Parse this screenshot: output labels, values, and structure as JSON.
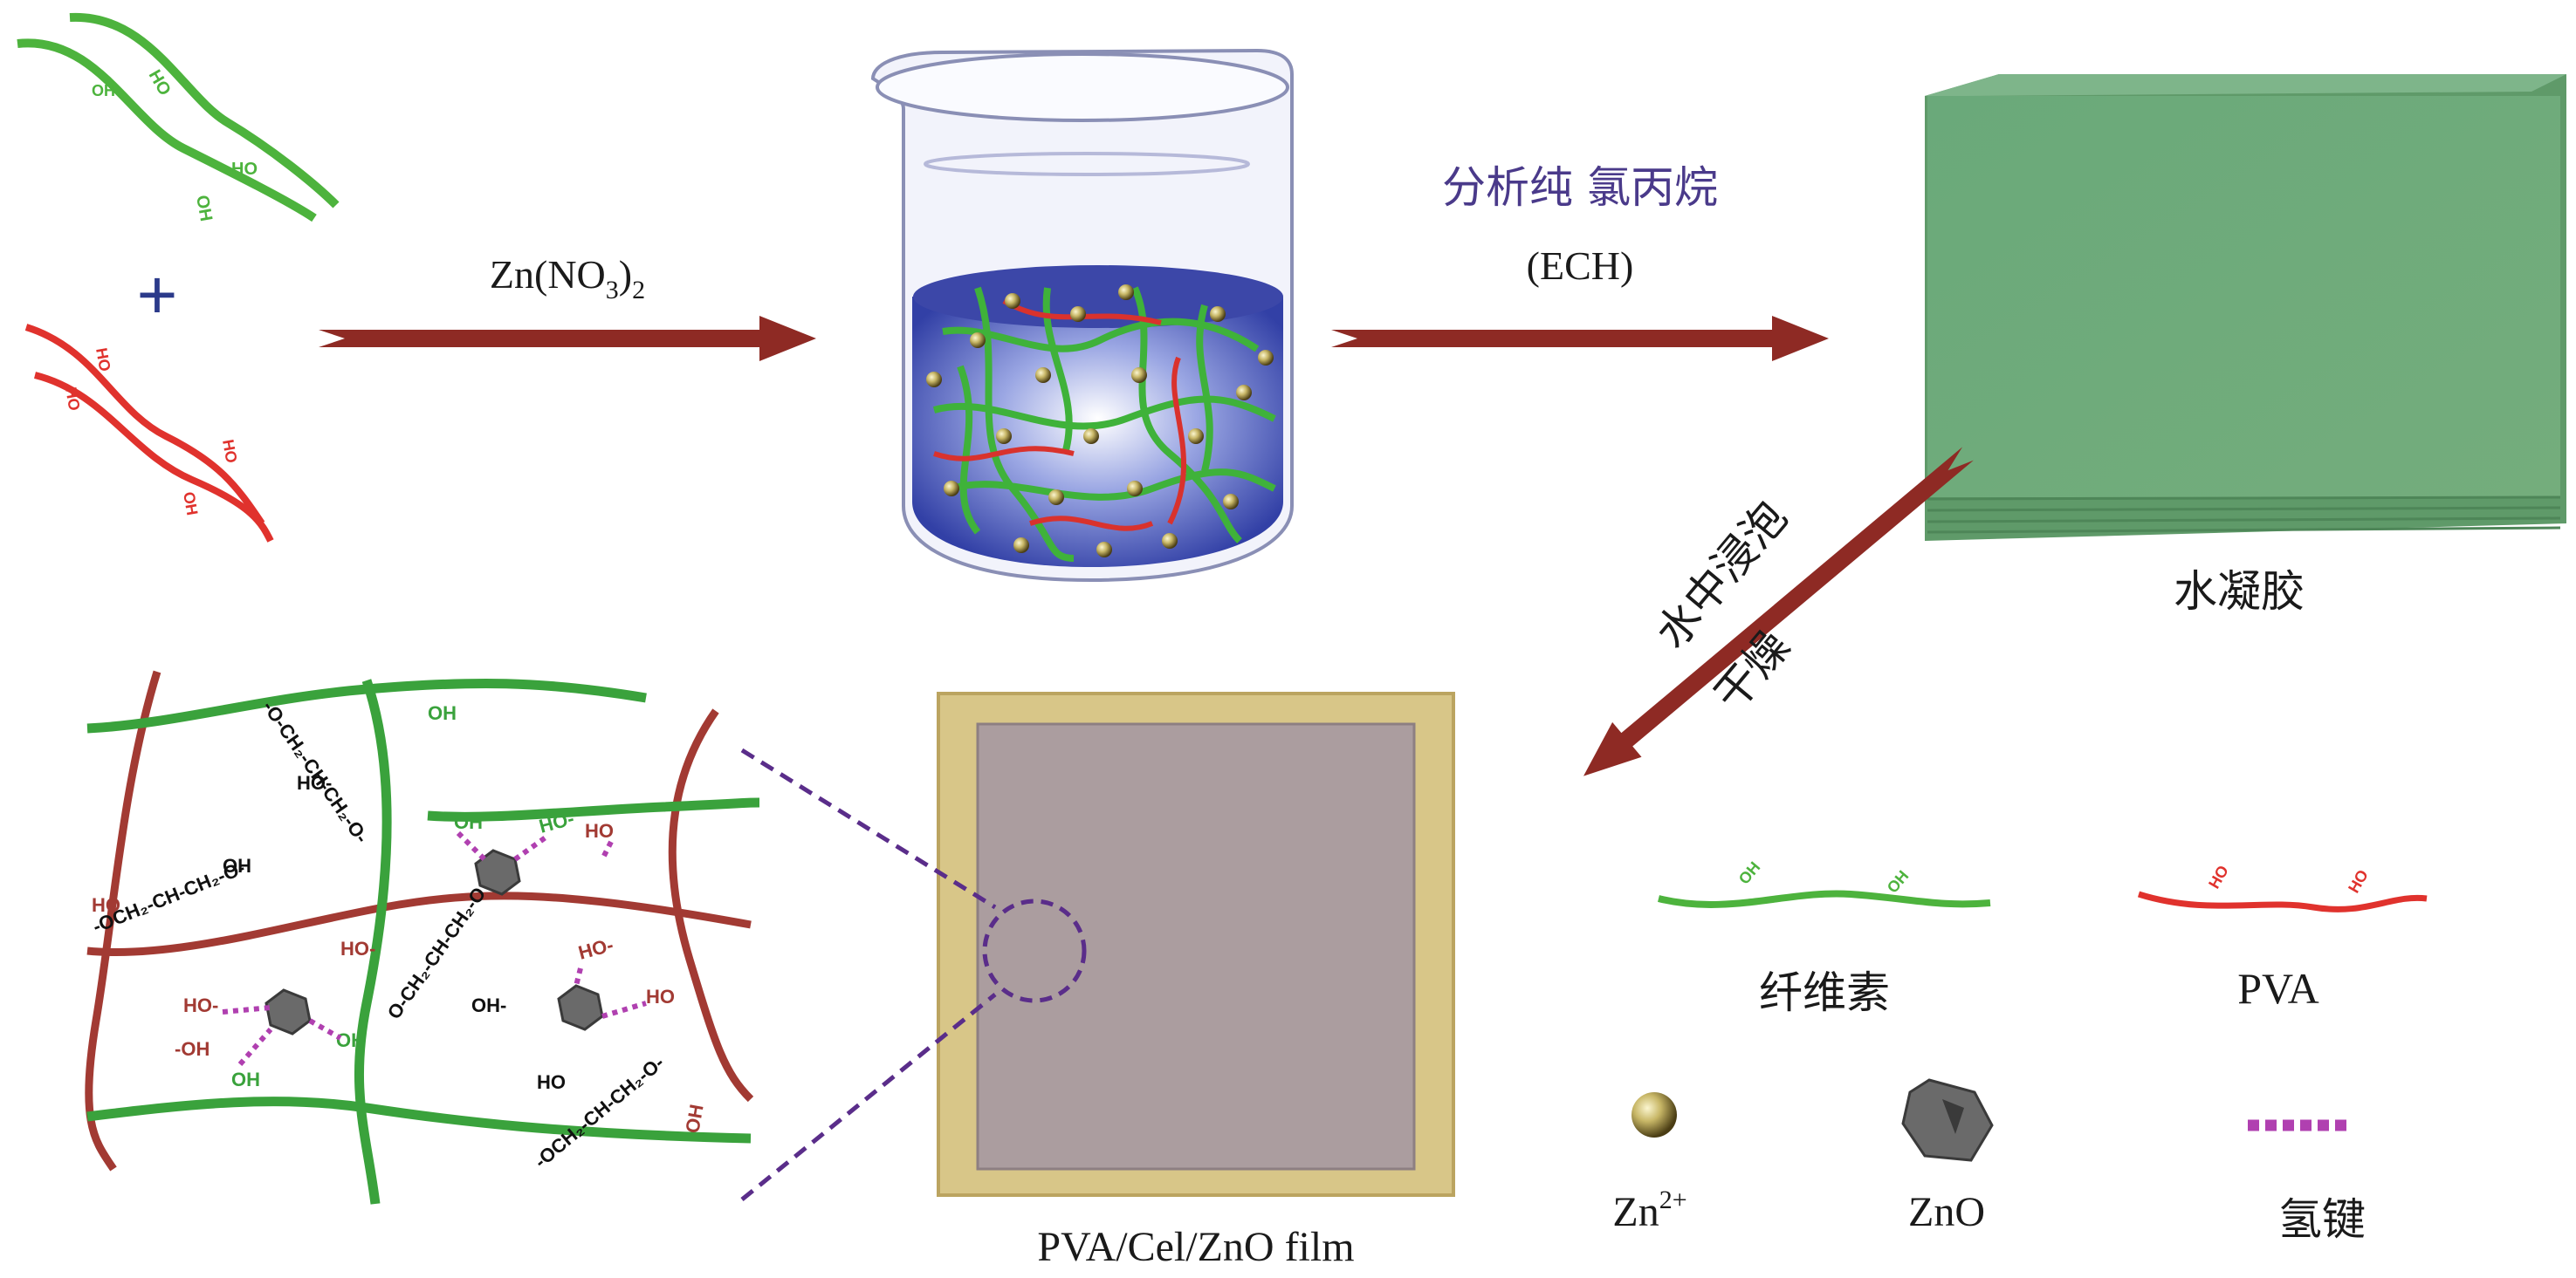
{
  "reaction": {
    "step1_reagent": "Zn(NO3)2",
    "step1_formula": {
      "base": "Zn(NO",
      "sub1": "3",
      "close": ")",
      "sub2": "2"
    },
    "step2_reagent_line1": "分析纯 氯丙烷",
    "step2_reagent_line2": "(ECH)",
    "step3_line1": "水中浸泡",
    "step3_line2": "干燥",
    "plus_sign": "+"
  },
  "products": {
    "hydrogel_label": "水凝胶",
    "film_label": "PVA/Cel/ZnO film"
  },
  "polymer_labels": {
    "oh": "OH",
    "ho": "HO",
    "oh_neg": "OH-",
    "ho_neg": "HO-",
    "oh_lower": "-OH",
    "crosslink_top": "-O-CH₂-CH-CH₂-O-",
    "crosslink_mid": "-OCH₂-CH-CH₂-O-",
    "crosslink_right": "O-CH₂-CH-CH₂-O",
    "crosslink_bottom": "-OCH₂-CH-CH₂-O-"
  },
  "legend": {
    "cellulose": "纤维素",
    "pva": "PVA",
    "zn_ion_base": "Zn",
    "zn_ion_sup": "2+",
    "zno": "ZnO",
    "hydrogen_bond": "氢键"
  },
  "colors": {
    "cellulose_green": "#4db33d",
    "pva_red": "#e0322d",
    "network_red": "#a23a33",
    "network_green": "#3aa23c",
    "arrow": "#8e2a24",
    "beaker_liquid": "#3f4fb0",
    "hydrogel": "#6fa878",
    "film_frame": "#cdb87e",
    "film": "#a89a9c",
    "dashed": "#5a2d8a",
    "hbond": "#b040b0",
    "zn_sphere": "#b9a65a",
    "zno_hex": "#6a6a6a",
    "purple_text": "#4a3a8a",
    "plus": "#2b3a8a"
  }
}
